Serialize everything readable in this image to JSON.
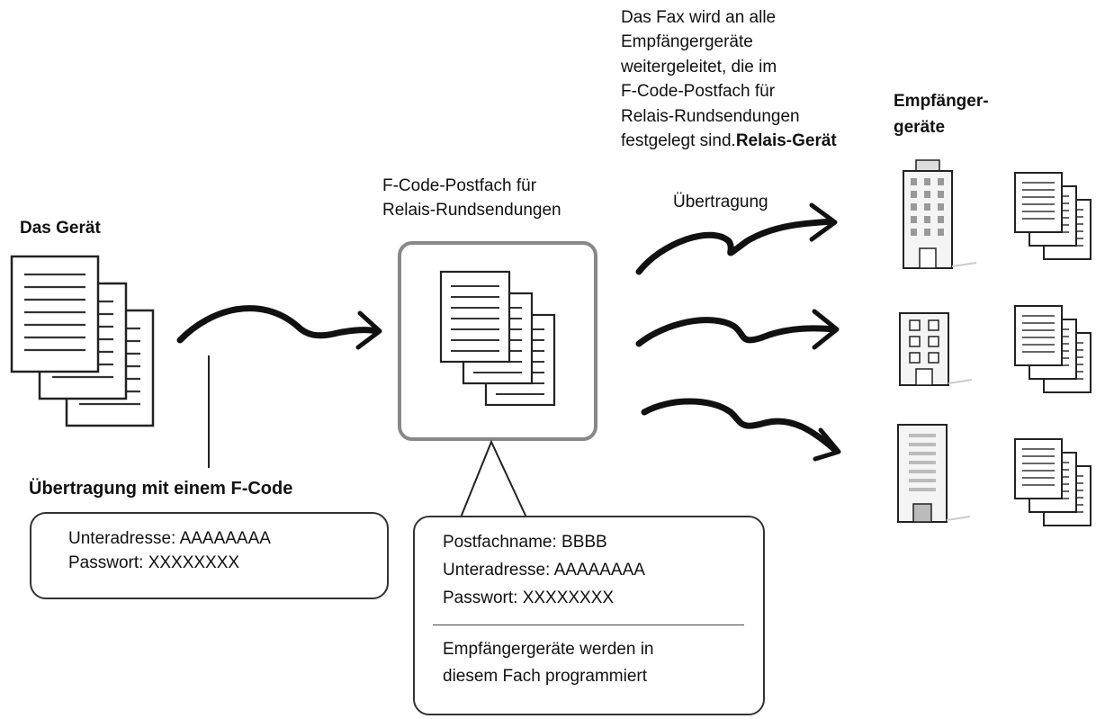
{
  "source_device": {
    "label": "Das Gerät"
  },
  "transmission_with_fcode": {
    "label": "Übertragung mit einem F-Code"
  },
  "sender_box": {
    "subaddress": "Unteradresse: AAAAAAAA",
    "password": "Passwort: XXXXXXXX"
  },
  "mailbox": {
    "label_line1": "F-Code-Postfach für",
    "label_line2": "Relais-Rundsendungen"
  },
  "mailbox_box": {
    "name": "Postfachname: BBBB",
    "subaddress": "Unteradresse: AAAAAAAA",
    "password": "Passwort: XXXXXXXX",
    "note_line1": "Empfängergeräte werden in",
    "note_line2": "diesem Fach programmiert"
  },
  "forward_note": {
    "lines": [
      "Das Fax wird an alle",
      "Empfängergeräte",
      "weitergeleitet, die im",
      "F-Code-Postfach für",
      "Relais-Rundsendungen"
    ],
    "last_line": "festgelegt sind.",
    "relay_label": "Relais-Gerät"
  },
  "transmission": {
    "label": "Übertragung"
  },
  "receivers": {
    "label_line1": "Empfänger-",
    "label_line2": "geräte"
  },
  "colors": {
    "stroke": "#222222",
    "mailbox_border": "#888888",
    "building": "#f4f4f4"
  }
}
